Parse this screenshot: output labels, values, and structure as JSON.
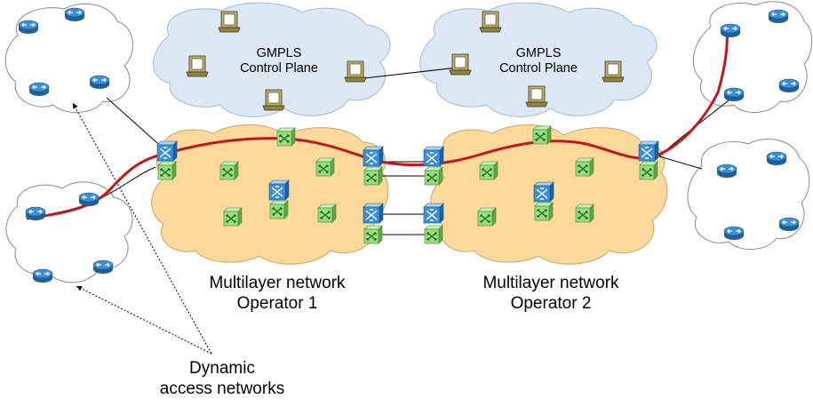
{
  "labels": {
    "cp_left": [
      "GMPLS",
      "Control Plane"
    ],
    "cp_right": [
      "GMPLS",
      "Control Plane"
    ],
    "op1": [
      "Multilayer network",
      "Operator 1"
    ],
    "op2": [
      "Multilayer network",
      "Operator 2"
    ],
    "access": [
      "Dynamic",
      "access networks"
    ]
  },
  "colors": {
    "control_cloud": "#dde8f5",
    "operator_cloud": "#fbd99a",
    "path": "#c0181c",
    "ip_router": "#2d7fc4",
    "oxc": "#8fd37a"
  },
  "icons": [
    "router-icon",
    "oxc-switch-icon",
    "ip-switch-icon",
    "computer-icon"
  ]
}
